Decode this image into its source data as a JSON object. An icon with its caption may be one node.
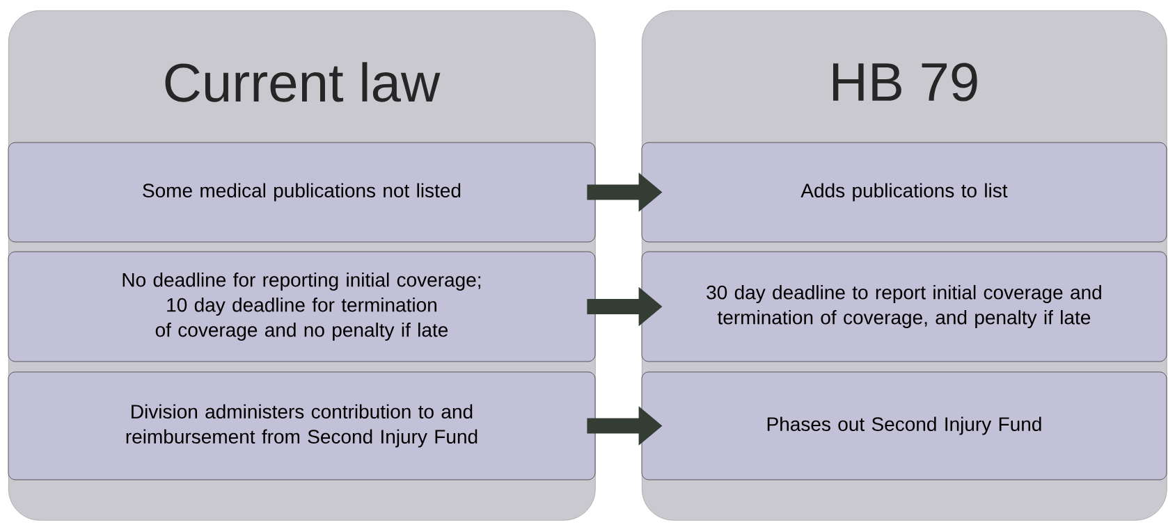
{
  "diagram": {
    "nodes": [
      {
        "text": [
          "Current law"
        ]
      },
      {
        "text": [
          "Some medical publications not listed"
        ],
        "in": 0
      },
      {
        "text": [
          "No deadline for reporting initial coverage; 10 day deadline for termination of coverage and no penalty if late"
        ],
        "in": 0
      },
      {
        "text": [
          "Division administers contribution to and reimbursement from Second Injury Fund"
        ],
        "in": 0
      },
      {
        "text": [
          "HB 79"
        ]
      },
      {
        "text": [
          "Adds publications to list"
        ],
        "in": 4
      },
      {
        "text": [
          "30 day deadline to report initial coverage and termination of coverage, and penalty if late"
        ],
        "in": 4
      },
      {
        "text": [
          "Phases out Second Injury Fund"
        ],
        "in": 4
      }
    ],
    "edges": [
      {
        "from": 1,
        "to": 5,
        "arrow": "to"
      },
      {
        "from": 2,
        "to": 6,
        "arrow": "to"
      },
      {
        "from": 3,
        "to": 7,
        "arrow": "to"
      }
    ]
  }
}
